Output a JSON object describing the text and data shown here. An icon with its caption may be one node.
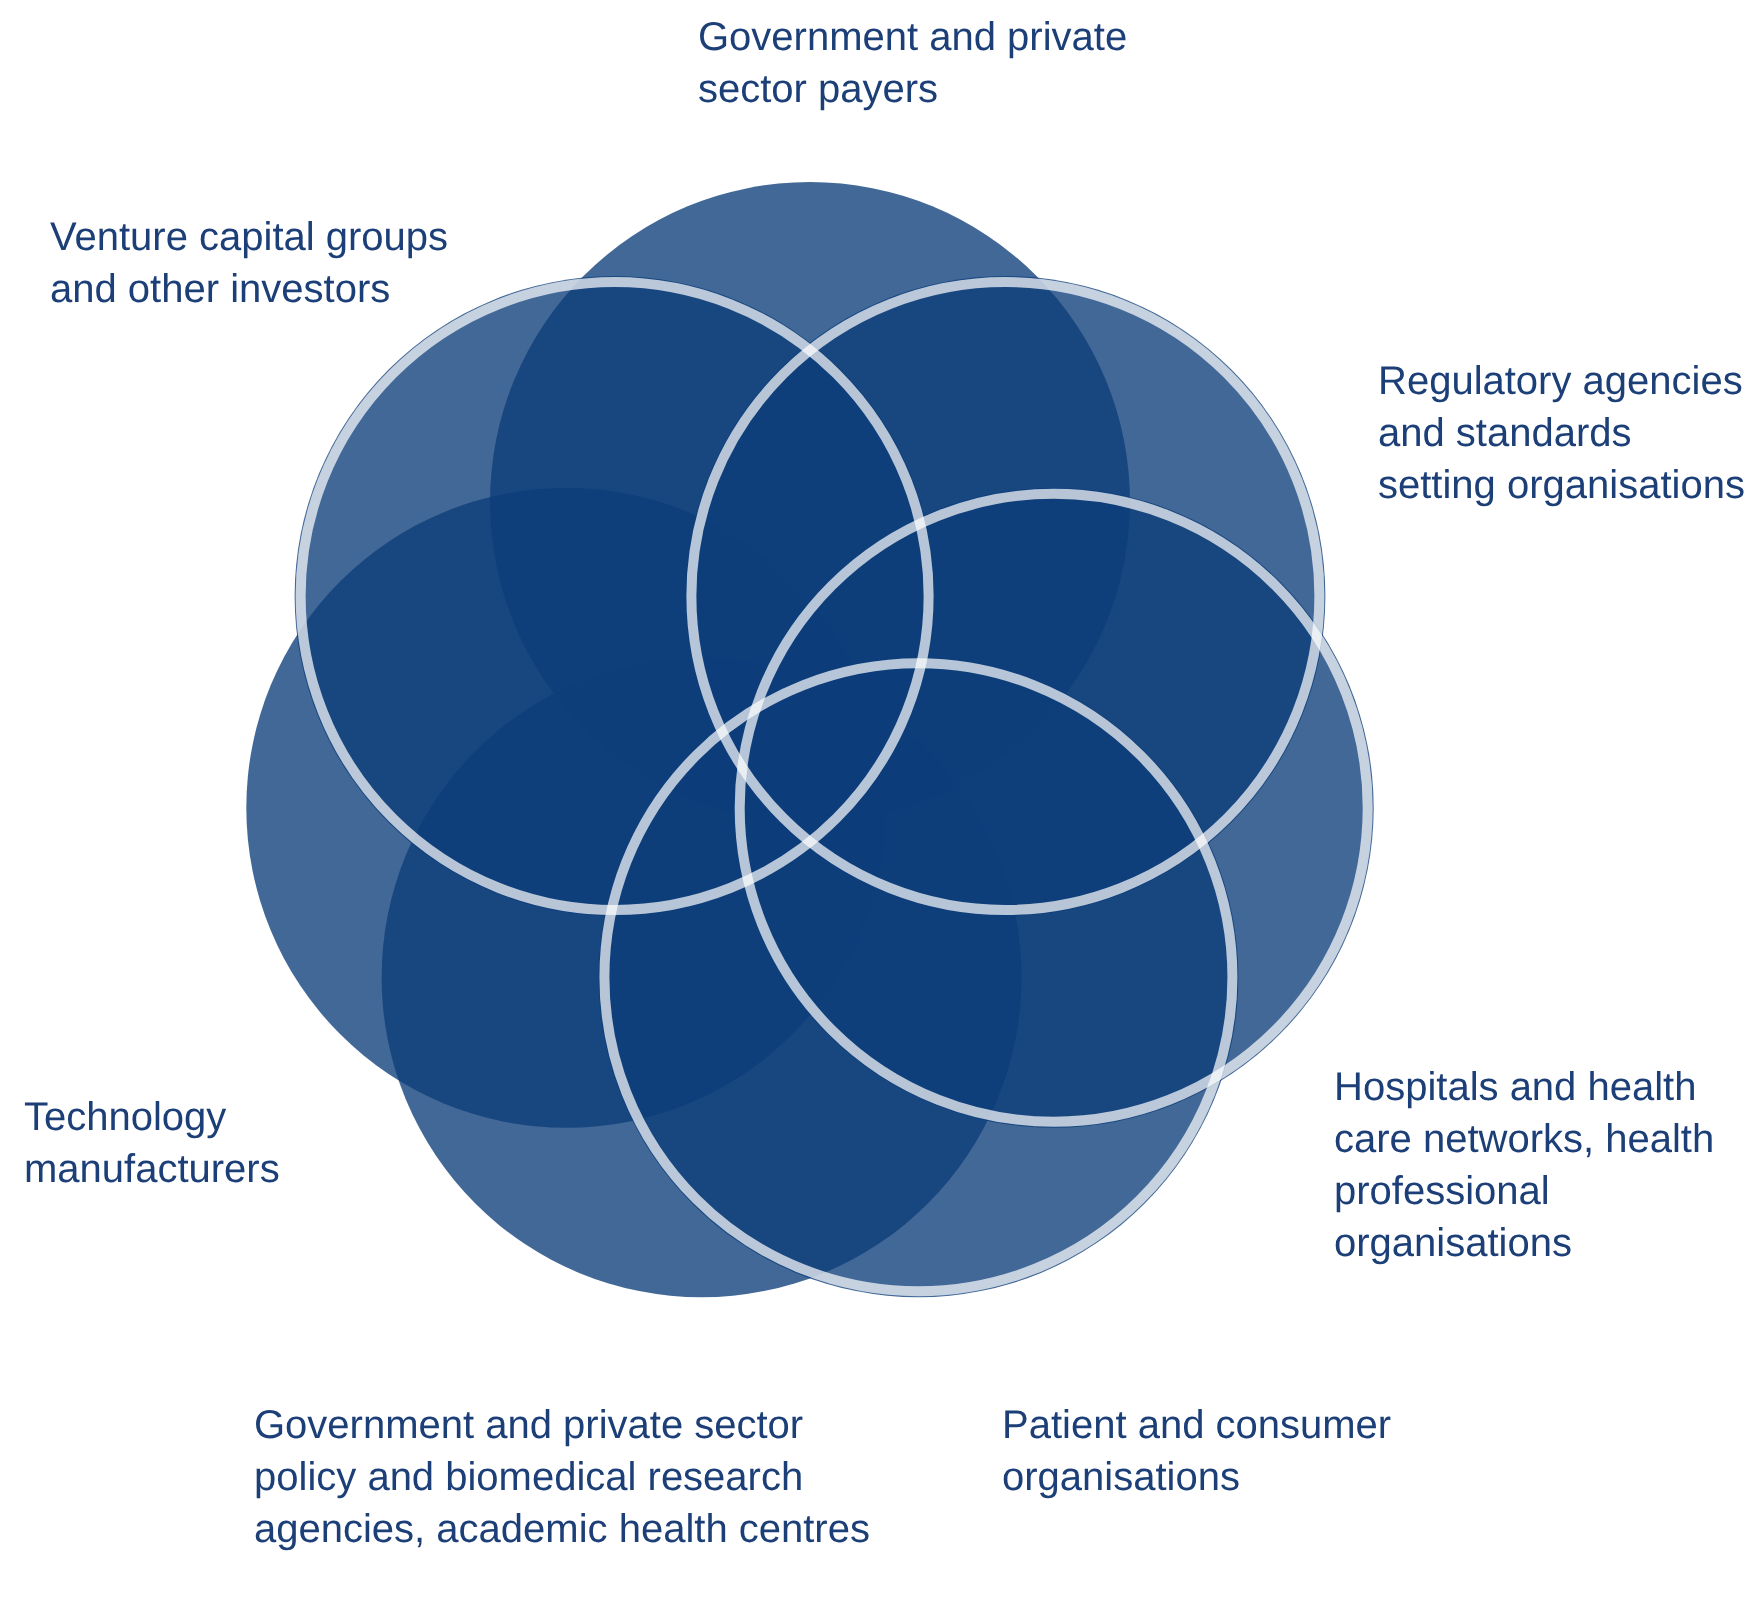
{
  "diagram": {
    "labels": [
      "Government and private sector payers",
      "Venture capital groups and other investors",
      "Regulatory agencies and standards setting organisations",
      "Technology manufacturers",
      "Hospitals and health care networks, health professional organisations",
      "Government and private sector policy and biomedical research agencies, academic health centres",
      "Patient and consumer organisations"
    ]
  }
}
